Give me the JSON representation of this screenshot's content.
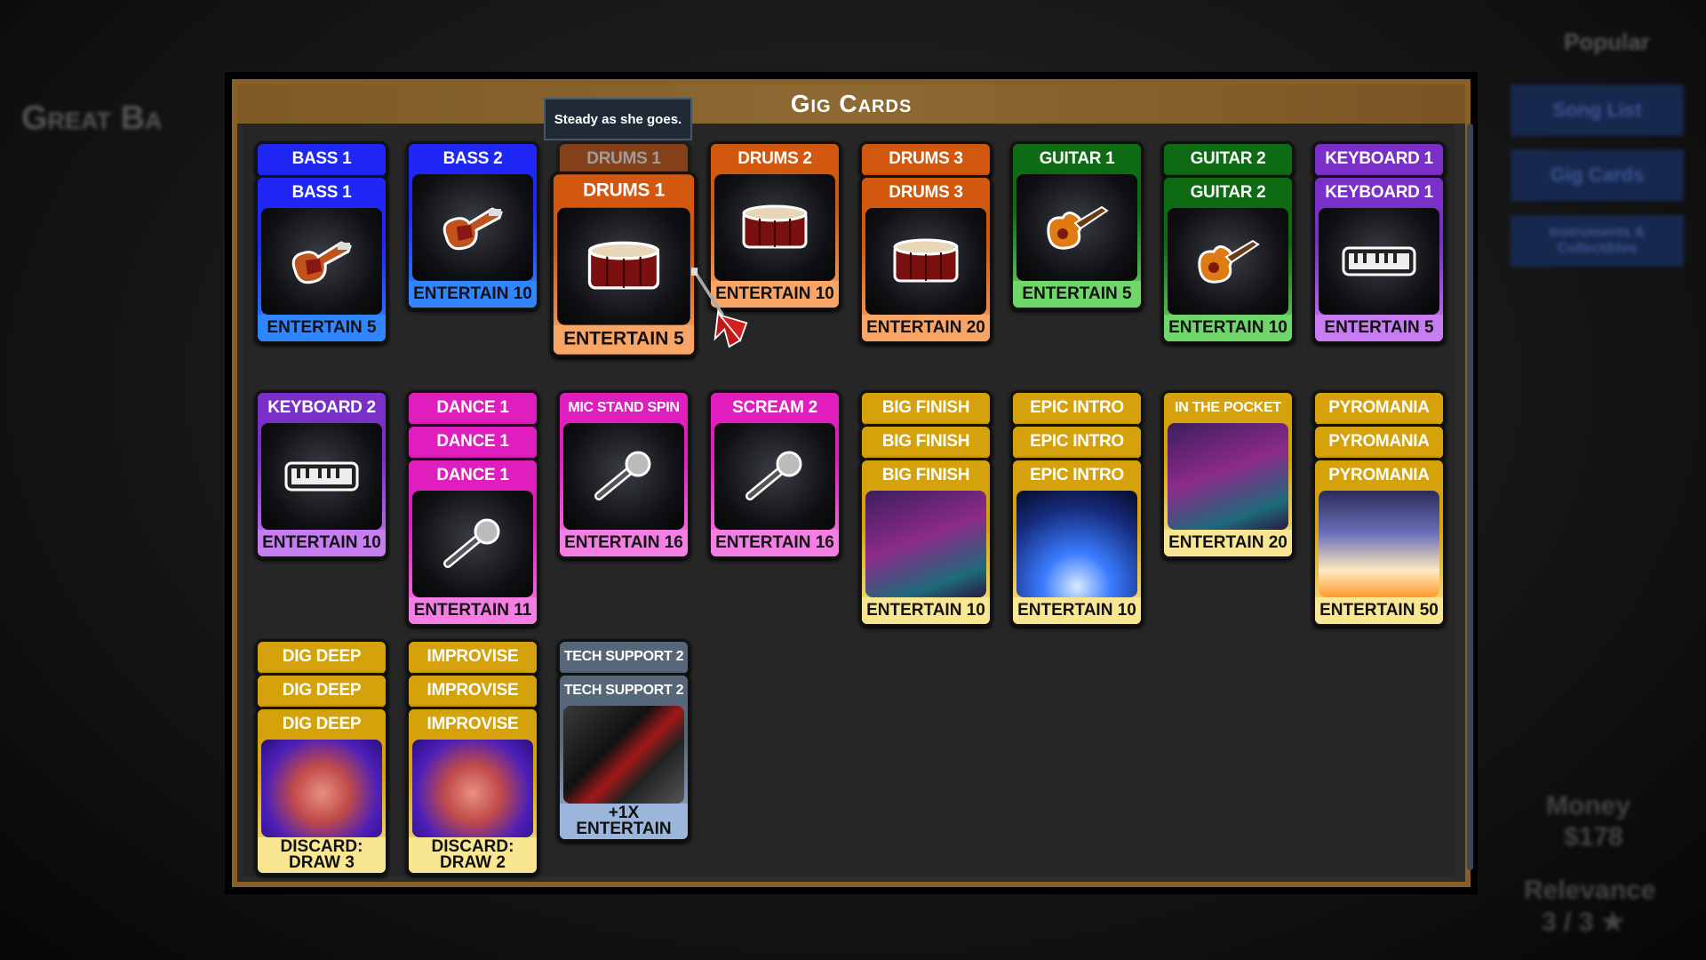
{
  "background": {
    "title": "Great Ba",
    "popular_label": "Popular",
    "nav": [
      "Song List",
      "Gig Cards",
      "Instruments & Collectibles"
    ],
    "money_label": "Money",
    "money_value": "$178",
    "relevance_label": "Relevance",
    "relevance_value": "3 / 3 ★"
  },
  "panel": {
    "title": "Gig Cards"
  },
  "tooltip": "Steady as she goes.",
  "colors": {
    "bass": [
      "#1e27f5",
      "#2f86ff"
    ],
    "drums": [
      "#d2580f",
      "#f9a566"
    ],
    "guitar": [
      "#0f6a14",
      "#6fd66a"
    ],
    "keyboard": [
      "#7a30c8",
      "#c77cf2"
    ],
    "vocal": [
      "#e01dbd",
      "#f47ee3"
    ],
    "special": [
      "#d6a20b",
      "#f8e690"
    ],
    "tech": [
      "#566779",
      "#9bb6da"
    ]
  },
  "rows": [
    [
      {
        "color": "bass",
        "art": "bass-guitar",
        "cards": [
          {
            "title": "BASS 1",
            "footer": "ENTERTAIN 5"
          },
          {
            "title": "BASS 1",
            "footer": "ENTERTAIN 5"
          }
        ]
      },
      {
        "color": "bass",
        "art": "bass-guitar",
        "cards": [
          {
            "title": "BASS 2",
            "footer": "ENTERTAIN 10"
          }
        ]
      },
      {
        "color": "drums",
        "art": "drum",
        "hovered": true,
        "cards": [
          {
            "title": "DRUMS 1",
            "footer": "ENTERTAIN 5"
          },
          {
            "title": "DRUMS 1",
            "footer": "ENTERTAIN 5"
          }
        ]
      },
      {
        "color": "drums",
        "art": "drum",
        "cards": [
          {
            "title": "DRUMS 2",
            "footer": "ENTERTAIN 10"
          }
        ]
      },
      {
        "color": "drums",
        "art": "drum",
        "cards": [
          {
            "title": "DRUMS 3",
            "footer": "ENTERTAIN 20"
          },
          {
            "title": "DRUMS 3",
            "footer": "ENTERTAIN 20"
          }
        ]
      },
      {
        "color": "guitar",
        "art": "electric-guitar",
        "cards": [
          {
            "title": "GUITAR 1",
            "footer": "ENTERTAIN 5"
          }
        ]
      },
      {
        "color": "guitar",
        "art": "electric-guitar",
        "cards": [
          {
            "title": "GUITAR 2",
            "footer": "ENTERTAIN 10"
          },
          {
            "title": "GUITAR 2",
            "footer": "ENTERTAIN 10"
          }
        ]
      },
      {
        "color": "keyboard",
        "art": "keyboard",
        "cards": [
          {
            "title": "KEYBOARD 1",
            "footer": "ENTERTAIN 5"
          },
          {
            "title": "KEYBOARD 1",
            "footer": "ENTERTAIN 5"
          }
        ]
      }
    ],
    [
      {
        "color": "keyboard",
        "art": "keyboard",
        "cards": [
          {
            "title": "KEYBOARD 2",
            "footer": "ENTERTAIN 10"
          }
        ]
      },
      {
        "color": "vocal",
        "art": "microphone",
        "cards": [
          {
            "title": "DANCE 1",
            "footer": "ENTERTAIN 11"
          },
          {
            "title": "DANCE 1",
            "footer": "ENTERTAIN 11"
          },
          {
            "title": "DANCE 1",
            "footer": "ENTERTAIN 11"
          }
        ]
      },
      {
        "color": "vocal",
        "art": "microphone",
        "cards": [
          {
            "title": "MIC STAND SPIN",
            "footer": "ENTERTAIN 16"
          }
        ]
      },
      {
        "color": "vocal",
        "art": "microphone",
        "cards": [
          {
            "title": "SCREAM 2",
            "footer": "ENTERTAIN 16"
          }
        ]
      },
      {
        "color": "special",
        "art": "rocker-art",
        "cards": [
          {
            "title": "BIG FINISH",
            "footer": "ENTERTAIN 10"
          },
          {
            "title": "BIG FINISH",
            "footer": "ENTERTAIN 10"
          },
          {
            "title": "BIG FINISH",
            "footer": "ENTERTAIN 10"
          }
        ]
      },
      {
        "color": "special",
        "art": "laser-art",
        "cards": [
          {
            "title": "EPIC INTRO",
            "footer": "ENTERTAIN 10"
          },
          {
            "title": "EPIC INTRO",
            "footer": "ENTERTAIN 10"
          },
          {
            "title": "EPIC INTRO",
            "footer": "ENTERTAIN 10"
          }
        ]
      },
      {
        "color": "special",
        "art": "rocker-art",
        "cards": [
          {
            "title": "IN THE POCKET",
            "footer": "ENTERTAIN 20"
          }
        ]
      },
      {
        "color": "special",
        "art": "pyro-art",
        "cards": [
          {
            "title": "PYROMANIA",
            "footer": "ENTERTAIN 50"
          },
          {
            "title": "PYROMANIA",
            "footer": "ENTERTAIN 50"
          },
          {
            "title": "PYROMANIA",
            "footer": "ENTERTAIN 50"
          }
        ]
      }
    ],
    [
      {
        "color": "special",
        "art": "fist-art",
        "cards": [
          {
            "title": "DIG DEEP",
            "footer": "DISCARD:\nDRAW 3"
          },
          {
            "title": "DIG DEEP",
            "footer": "DISCARD:\nDRAW 3"
          },
          {
            "title": "DIG DEEP",
            "footer": "DISCARD:\nDRAW 3"
          }
        ]
      },
      {
        "color": "special",
        "art": "fist-art",
        "cards": [
          {
            "title": "IMPROVISE",
            "footer": "DISCARD:\nDRAW 2"
          },
          {
            "title": "IMPROVISE",
            "footer": "DISCARD:\nDRAW 2"
          },
          {
            "title": "IMPROVISE",
            "footer": "DISCARD:\nDRAW 2"
          }
        ]
      },
      {
        "color": "tech",
        "art": "cable-art",
        "cards": [
          {
            "title": "TECH SUPPORT 2",
            "footer": "+1X\nENTERTAIN"
          },
          {
            "title": "TECH SUPPORT 2",
            "footer": "+1X\nENTERTAIN"
          }
        ]
      }
    ]
  ]
}
